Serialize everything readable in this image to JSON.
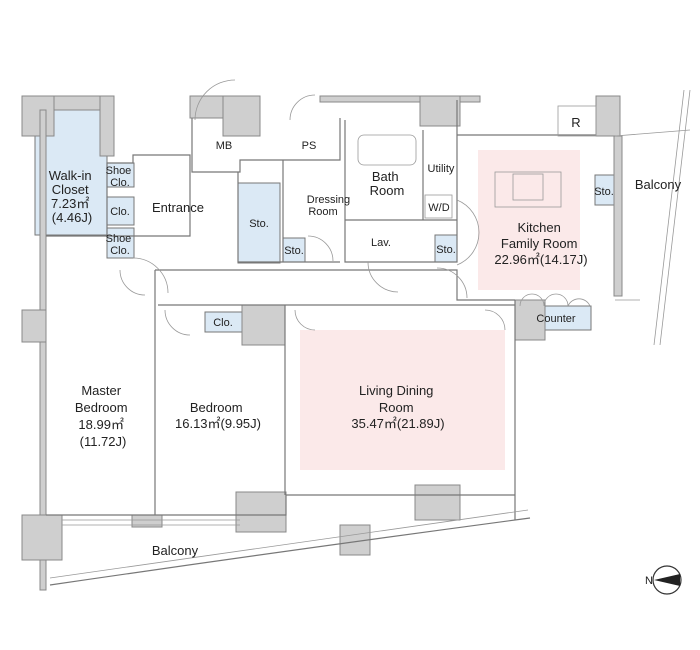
{
  "plan": {
    "rooms": {
      "walk_in_closet": {
        "line1": "Walk-in",
        "line2": "Closet",
        "area": "7.23㎡",
        "jo": "(4.46J)"
      },
      "shoe_clo_top": {
        "line1": "Shoe",
        "line2": "Clo."
      },
      "clo_mid": "Clo.",
      "shoe_clo_bottom": {
        "line1": "Shoe",
        "line2": "Clo."
      },
      "entrance": "Entrance",
      "mb": "MB",
      "ps": "PS",
      "sto_large": "Sto.",
      "sto_dressing": "Sto.",
      "dressing_room": {
        "line1": "Dressing",
        "line2": "Room"
      },
      "bath_room": {
        "line1": "Bath",
        "line2": "Room"
      },
      "utility": "Utility",
      "wd": "W/D",
      "lav": "Lav.",
      "sto_lav": "Sto.",
      "kitchen": {
        "line1": "Kitchen",
        "line2": "Family Room",
        "area": "22.96㎡(14.17J)"
      },
      "refrigerator": "R",
      "sto_kitchen": "Sto.",
      "counter": "Counter",
      "balcony_right": "Balcony",
      "master_bedroom": {
        "line1": "Master",
        "line2": "Bedroom",
        "area": "18.99㎡",
        "jo": "(11.72J)"
      },
      "bedroom": {
        "line1": "Bedroom",
        "area": "16.13㎡(9.95J)"
      },
      "clo_bedroom": "Clo.",
      "living_dining": {
        "line1": "Living Dining",
        "line2": "Room",
        "area": "35.47㎡(21.89J)"
      },
      "balcony_bottom": "Balcony"
    },
    "compass": "N"
  }
}
